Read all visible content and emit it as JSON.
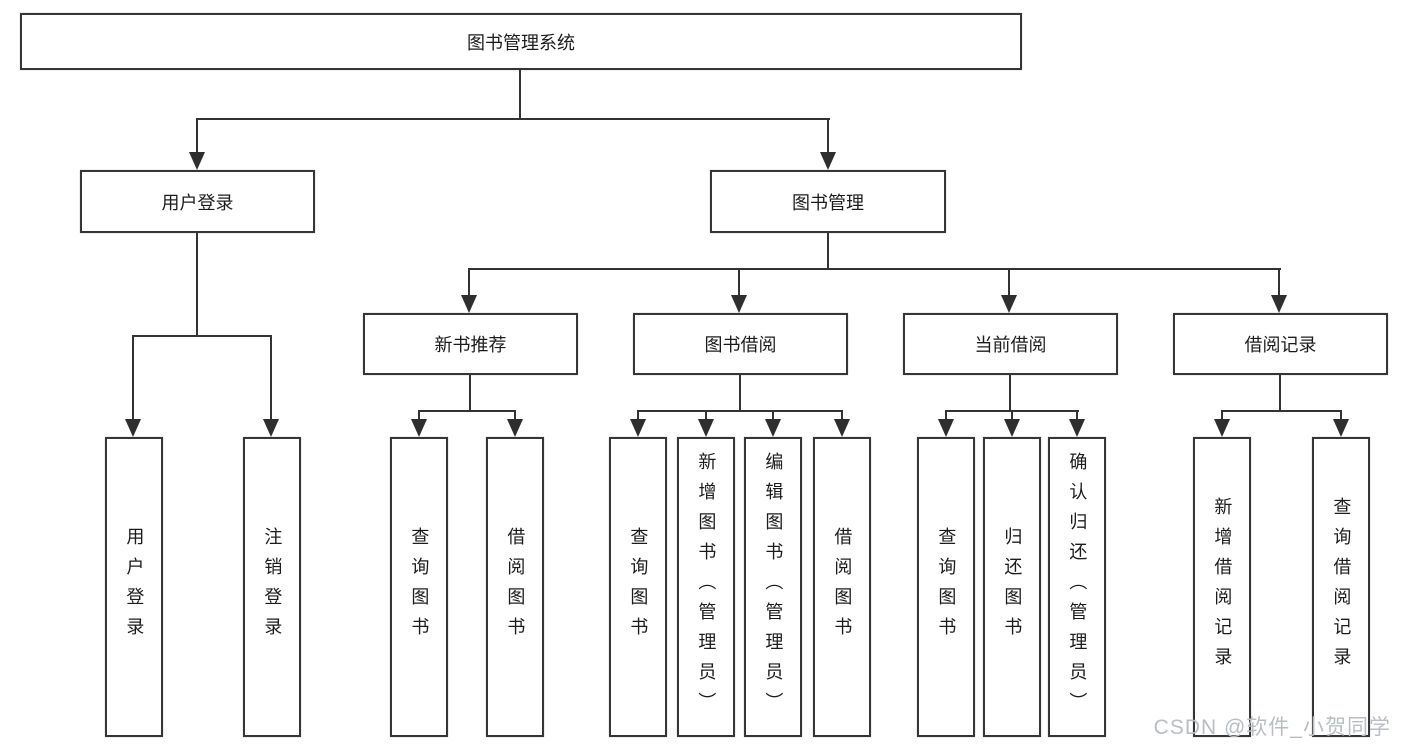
{
  "tree": {
    "root": {
      "label": "图书管理系统"
    },
    "level2": [
      {
        "label": "用户登录"
      },
      {
        "label": "图书管理"
      }
    ],
    "level3": [
      {
        "label": "新书推荐",
        "parent": "图书管理"
      },
      {
        "label": "图书借阅",
        "parent": "图书管理"
      },
      {
        "label": "当前借阅",
        "parent": "图书管理"
      },
      {
        "label": "借阅记录",
        "parent": "图书管理"
      }
    ],
    "leaves": [
      {
        "label": "用户登录",
        "parent": "用户登录"
      },
      {
        "label": "注销登录",
        "parent": "用户登录"
      },
      {
        "label": "查询图书",
        "parent": "新书推荐"
      },
      {
        "label": "借阅图书",
        "parent": "新书推荐"
      },
      {
        "label": "查询图书",
        "parent": "图书借阅"
      },
      {
        "label": "新增图书（管理员）",
        "parent": "图书借阅"
      },
      {
        "label": "编辑图书（管理员）",
        "parent": "图书借阅"
      },
      {
        "label": "借阅图书",
        "parent": "图书借阅"
      },
      {
        "label": "查询图书",
        "parent": "当前借阅"
      },
      {
        "label": "归还图书",
        "parent": "当前借阅"
      },
      {
        "label": "确认归还（管理员）",
        "parent": "当前借阅"
      },
      {
        "label": "新增借阅记录",
        "parent": "借阅记录"
      },
      {
        "label": "查询借阅记录",
        "parent": "借阅记录"
      }
    ]
  },
  "watermark": {
    "text": "CSDN @软件_小贺同学"
  },
  "colors": {
    "line": "#333333",
    "border": "#363636",
    "text": "#1c1c1c",
    "watermark": "#b9bec3",
    "background": "#ffffff"
  }
}
